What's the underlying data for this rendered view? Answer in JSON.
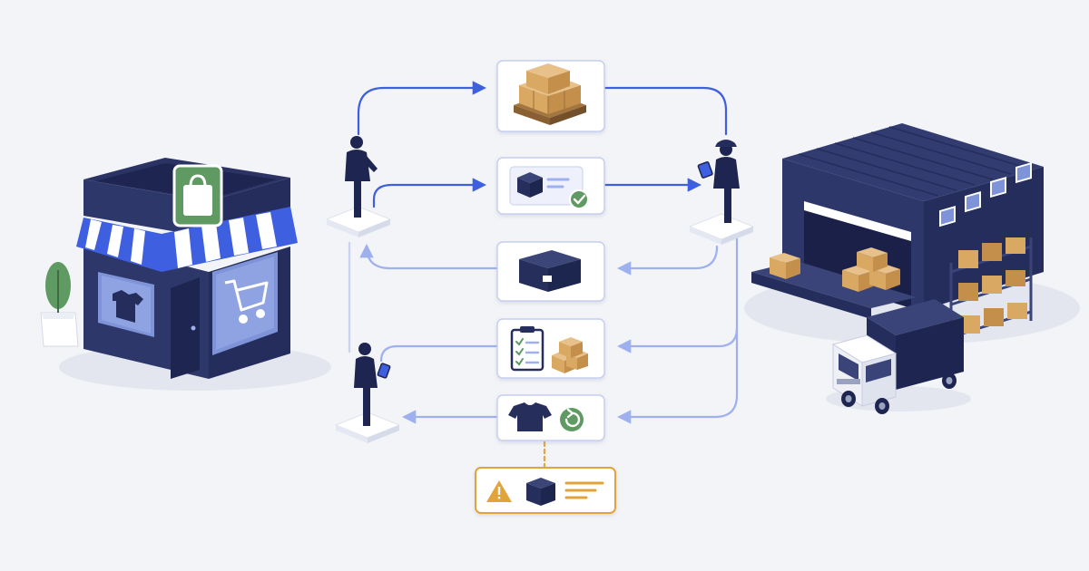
{
  "diagram": {
    "nodes": [
      {
        "id": "store",
        "icon": "storefront-icon"
      },
      {
        "id": "store-staff-top",
        "icon": "staff-person-icon"
      },
      {
        "id": "store-staff-bottom",
        "icon": "staff-tablet-person-icon"
      },
      {
        "id": "warehouse-staff",
        "icon": "warehouse-worker-tablet-icon"
      },
      {
        "id": "warehouse",
        "icon": "warehouse-icon"
      },
      {
        "id": "truck",
        "icon": "delivery-truck-icon"
      }
    ],
    "cards": [
      {
        "id": "bulk-pallet",
        "icon": "pallet-boxes-icon",
        "style": "normal"
      },
      {
        "id": "order-confirmed",
        "icon": "order-confirmed-icon",
        "style": "normal"
      },
      {
        "id": "package",
        "icon": "package-icon",
        "style": "normal"
      },
      {
        "id": "picklist",
        "icon": "clipboard-checklist-icon",
        "style": "normal"
      },
      {
        "id": "return-item",
        "icon": "tshirt-return-icon",
        "style": "normal"
      },
      {
        "id": "exception",
        "icon": "warning-box-icon",
        "style": "alert"
      }
    ],
    "flows": [
      {
        "from": "store-staff-top",
        "to": "bulk-pallet"
      },
      {
        "from": "bulk-pallet",
        "to": "warehouse-staff"
      },
      {
        "from": "store-staff-top",
        "to": "order-confirmed"
      },
      {
        "from": "order-confirmed",
        "to": "warehouse-staff"
      },
      {
        "from": "warehouse-staff",
        "to": "package"
      },
      {
        "from": "package",
        "to": "store-staff-top"
      },
      {
        "from": "warehouse-staff",
        "to": "picklist"
      },
      {
        "from": "picklist",
        "to": "store-staff-bottom"
      },
      {
        "from": "warehouse-staff",
        "to": "return-item"
      },
      {
        "from": "return-item",
        "to": "store-staff-bottom"
      },
      {
        "from": "return-item",
        "to": "exception"
      }
    ],
    "colors": {
      "background": "#f3f4f7",
      "navy": "#252d5c",
      "navy_light": "#3a4478",
      "accent_blue": "#3d5fe0",
      "light_blue": "#9fb0ef",
      "cardboard": "#d9a862",
      "green": "#5f9a63",
      "warning": "#e3a33a"
    }
  }
}
